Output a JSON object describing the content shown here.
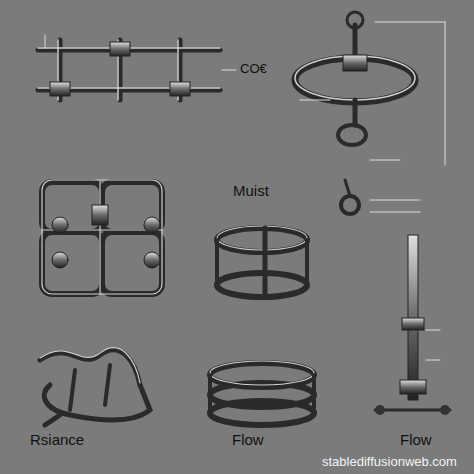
{
  "diagram": {
    "labels": [
      "CO€",
      "Muist",
      "Rsiance",
      "Flow",
      "Flow",
      "stablediffusionweb.com"
    ]
  }
}
